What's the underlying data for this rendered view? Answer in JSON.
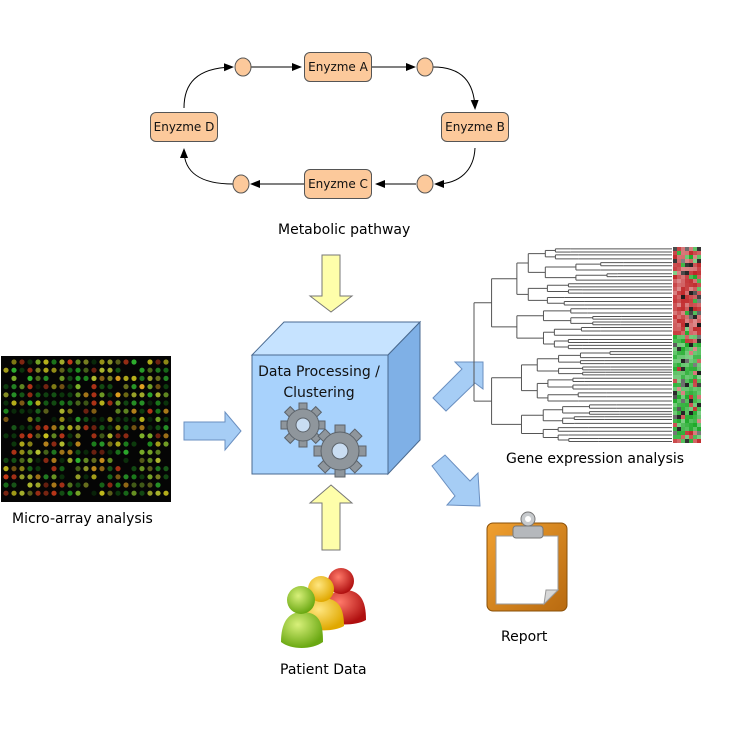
{
  "pathway": {
    "enzyme_a": "Enyzme A",
    "enzyme_b": "Enyzme B",
    "enzyme_c": "Enyzme C",
    "enzyme_d": "Enyzme D",
    "label": "Metabolic pathway"
  },
  "center": {
    "line1": "Data Processing /",
    "line2": "Clustering"
  },
  "labels": {
    "microarray": "Micro-array analysis",
    "gene_expression": "Gene expression analysis",
    "report": "Report",
    "patient": "Patient Data"
  },
  "colors": {
    "enzyme_fill": "#fcc99b",
    "cube_front": "#a8d2fc",
    "cube_top": "#c6e3ff",
    "cube_side": "#7fb0e6",
    "arrow_yellow": "#fefeaa",
    "arrow_blue": "#a6cdf5",
    "heatmap_red": "#c0282a",
    "heatmap_green": "#1faa2a"
  },
  "icons": [
    "gears-icon",
    "clipboard-icon",
    "people-icon",
    "microarray-image",
    "dendrogram-image"
  ]
}
